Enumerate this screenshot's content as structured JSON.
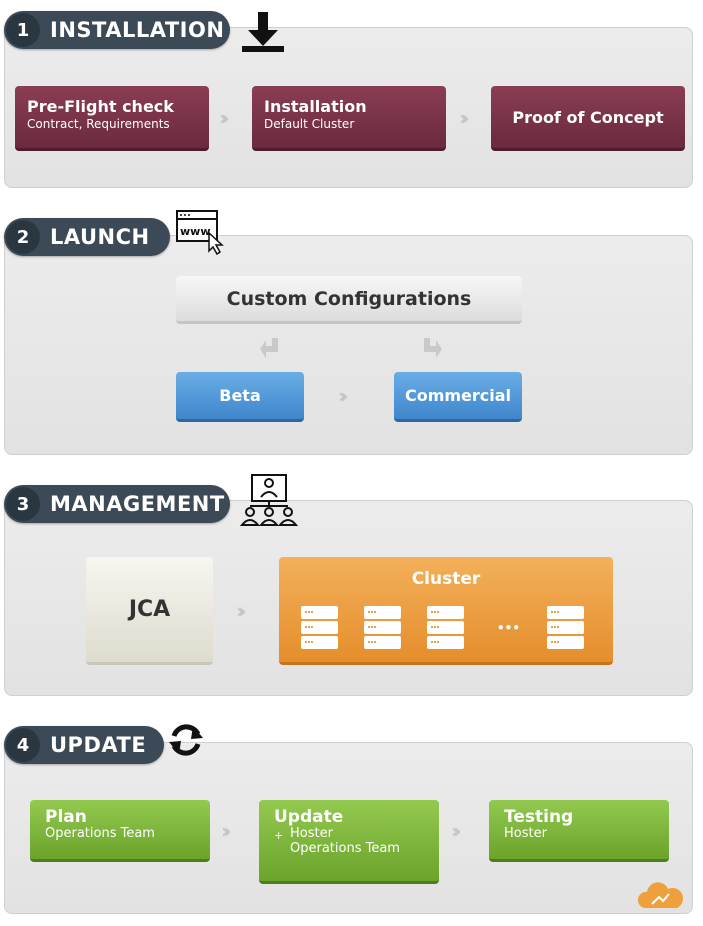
{
  "sections": [
    {
      "number": "1",
      "title": "INSTALLATION",
      "icon": "download-icon"
    },
    {
      "number": "2",
      "title": "LAUNCH",
      "icon": "browser-www-icon"
    },
    {
      "number": "3",
      "title": "MANAGEMENT",
      "icon": "team-presentation-icon"
    },
    {
      "number": "4",
      "title": "UPDATE",
      "icon": "refresh-icon"
    }
  ],
  "installation": {
    "steps": [
      {
        "title": "Pre-Flight check",
        "subtitle": "Contract, Requirements"
      },
      {
        "title": "Installation",
        "subtitle": "Default Cluster"
      },
      {
        "title": "Proof of Concept"
      }
    ]
  },
  "launch": {
    "custom": "Custom Configurations",
    "beta": "Beta",
    "commercial": "Commercial"
  },
  "management": {
    "jca": "JCA",
    "cluster": "Cluster",
    "ellipsis": "•••"
  },
  "update": {
    "steps": [
      {
        "title": "Plan",
        "line1": "Operations Team"
      },
      {
        "title": "Update",
        "line1": "Hoster",
        "line2": "Operations Team"
      },
      {
        "title": "Testing",
        "line1": "Hoster"
      }
    ],
    "cloud_icon": "cloud-icon"
  },
  "colors": {
    "tab": "#3b4a56",
    "maroon": "#7a3349",
    "blue": "#4f97d8",
    "green": "#7fb63c",
    "orange": "#eea03d"
  }
}
